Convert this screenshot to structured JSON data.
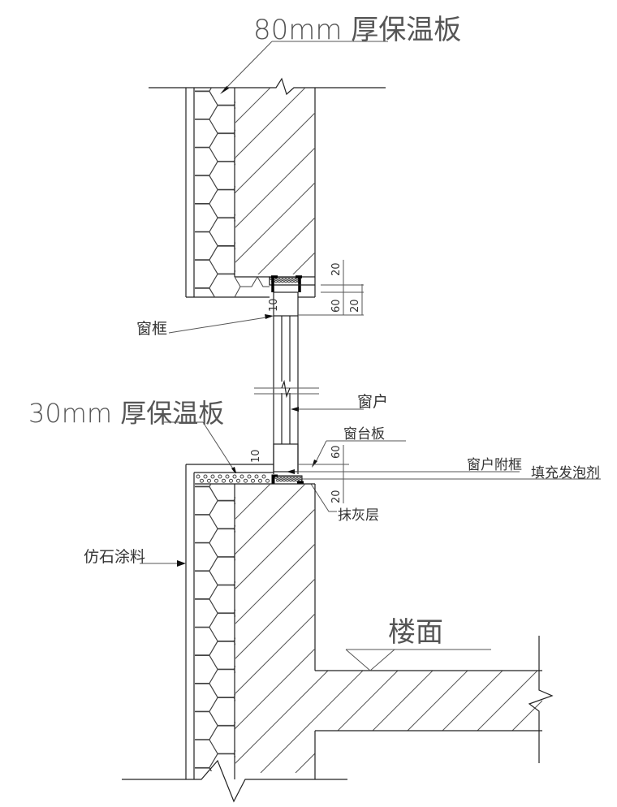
{
  "drawing": {
    "title": "Window sill and head insulation section detail",
    "labels": {
      "insulation_80": "80mm 厚保温板",
      "window_frame": "窗框",
      "window": "窗户",
      "sill_board": "窗台板",
      "insulation_30": "30mm 厚保温板",
      "window_subframe": "窗户附框",
      "foam_filler": "填充发泡剂",
      "plaster_layer": "抹灰层",
      "stone_coating": "仿石涂料",
      "floor_level": "楼面"
    },
    "dimensions": {
      "head_top": "20",
      "head_gap": "60",
      "head_total": "20",
      "head_frame_offset": "10",
      "sill_offset": "10",
      "sill_top": "60",
      "sill_bottom": "20"
    },
    "colors": {
      "line": "#222222",
      "text": "#333333"
    }
  }
}
